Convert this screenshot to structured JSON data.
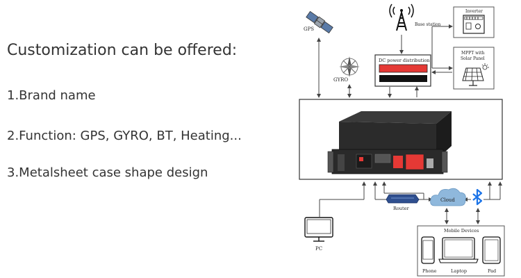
{
  "left": {
    "heading": "Customization can be offered:",
    "items": [
      "1.Brand name",
      "2.Function: GPS, GYRO, BT, Heating...",
      "3.Metalsheet case shape design"
    ]
  },
  "diagram": {
    "gps": "GPS",
    "gyro": "GYRO",
    "base_station": "Base station",
    "inverter": "Inverter",
    "mppt_line1": "MPPT with",
    "mppt_line2": "Solar Panel",
    "dc_power": "DC power distribution",
    "router": "Router",
    "cloud": "Cloud",
    "pc": "PC",
    "mobile_devices": "Mobile Devices",
    "phone": "Phone",
    "laptop": "Laptop",
    "pad": "Pad"
  },
  "colors": {
    "text": "#333333",
    "red": "#e53935",
    "battery": "#2b2b2b",
    "cloud": "#8fb8dc",
    "bluetooth": "#1a73e8",
    "router": "#2f4f8f"
  },
  "icons": [
    "satellite-icon",
    "compass-icon",
    "antenna-icon",
    "inverter-icon",
    "solar-panel-icon",
    "battery-unit",
    "router-icon",
    "cloud-icon",
    "bluetooth-icon",
    "pc-monitor-icon",
    "phone-icon",
    "laptop-icon",
    "pad-icon"
  ]
}
